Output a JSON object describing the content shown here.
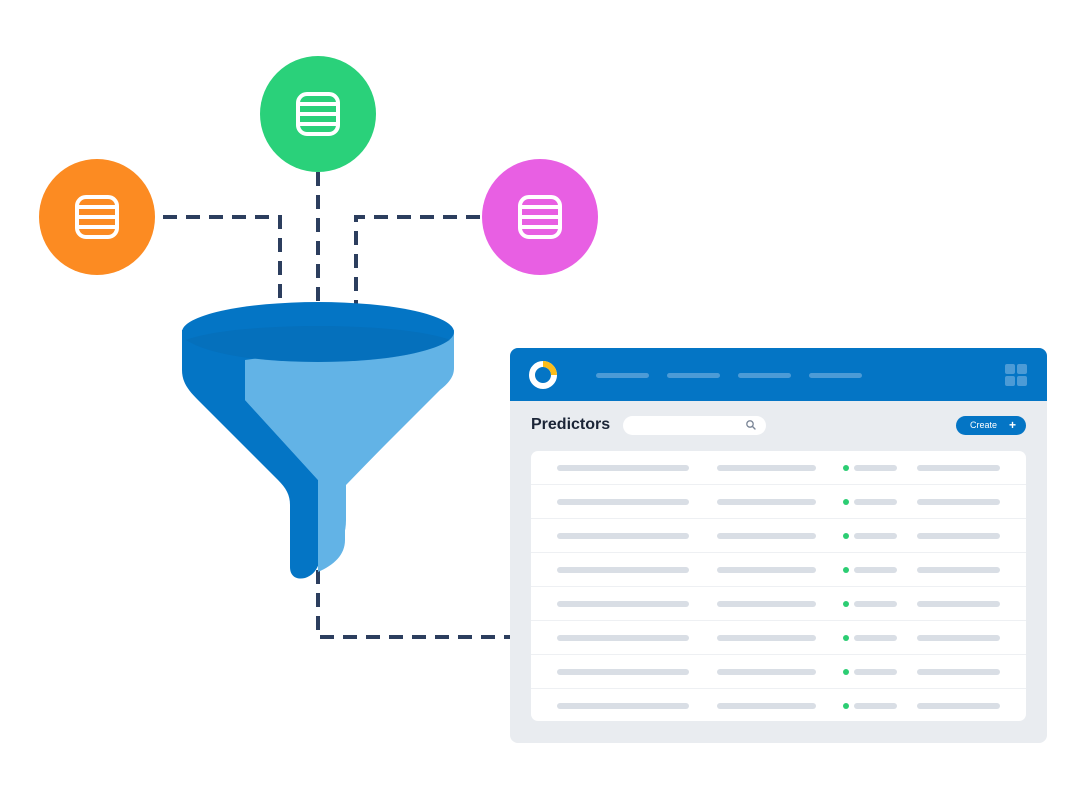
{
  "sources": [
    {
      "name": "orange-database",
      "color": "#fc8b22"
    },
    {
      "name": "green-database",
      "color": "#2ad17a"
    },
    {
      "name": "magenta-database",
      "color": "#e85fe3"
    }
  ],
  "funnel": {
    "dark_color": "#0475c5",
    "light_color": "#62b3e6"
  },
  "connector_color": "#2c3e5e",
  "app": {
    "brand_color": "#0475c5",
    "logo_accent": "#fbbd1a",
    "page_title": "Predictors",
    "search_placeholder": "",
    "create_label": "Create",
    "create_icon": "+",
    "nav_items": 4,
    "status_color": "#2ccd73",
    "rows": [
      {
        "status": "active"
      },
      {
        "status": "active"
      },
      {
        "status": "active"
      },
      {
        "status": "active"
      },
      {
        "status": "active"
      },
      {
        "status": "active"
      },
      {
        "status": "active"
      },
      {
        "status": "active"
      }
    ]
  }
}
